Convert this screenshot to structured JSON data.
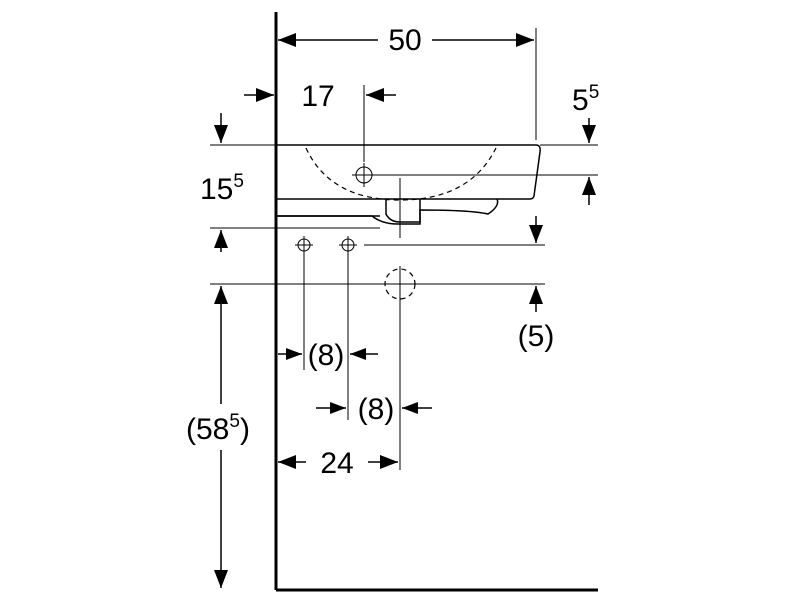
{
  "dimensions": {
    "width_total": "50",
    "tap_hole_offset": "17",
    "rim_offset_base": "5",
    "rim_offset_sup": "5",
    "basin_height_base": "15",
    "basin_height_sup": "5",
    "drain_height": "(5)",
    "supply_left_offset": "(8)",
    "supply_spacing": "(8)",
    "drain_horizontal": "24",
    "mount_height_prefix": "(58",
    "mount_height_sup": "5",
    "mount_height_suffix": ")"
  }
}
